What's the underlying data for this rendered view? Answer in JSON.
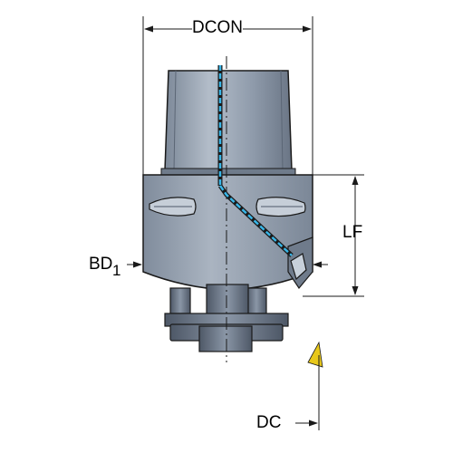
{
  "labels": {
    "dcon": "DCON",
    "lf": "LF",
    "bd": "BD",
    "bd_subscript": "1",
    "dc": "DC"
  },
  "colors": {
    "body": "#8e9aaa",
    "body_dark": "#5b6675",
    "body_light": "#b9c3cf",
    "coolant": "#38b6e8",
    "insert": "#e8c81a",
    "outline": "#1a1a1a"
  }
}
